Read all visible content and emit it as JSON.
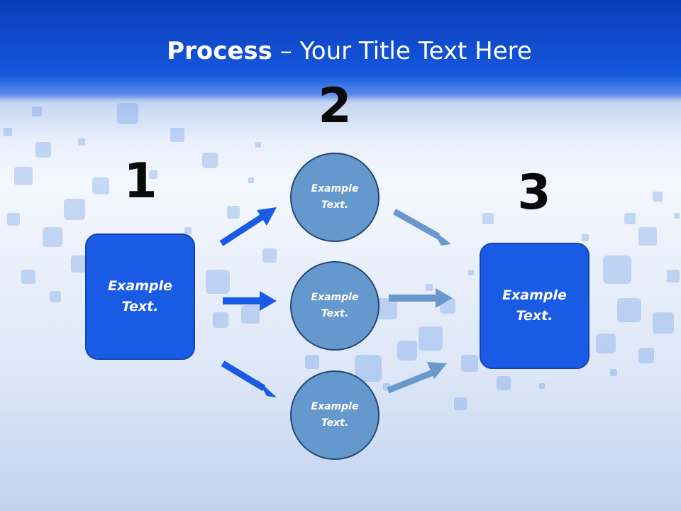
{
  "title": {
    "bold": "Process",
    "dash": " – ",
    "rest": "Your Title Text Here"
  },
  "steps": [
    {
      "number": "1",
      "text": "Example Text."
    },
    {
      "number": "2",
      "items": [
        {
          "text": "Example Text."
        },
        {
          "text": "Example Text."
        },
        {
          "text": "Example Text."
        }
      ]
    },
    {
      "number": "3",
      "text": "Example Text."
    }
  ],
  "colors": {
    "title_bar": "#1557dc",
    "box": "#1a5be6",
    "circle": "#6598cc",
    "arrow_bright": "#1a5be6",
    "arrow_muted": "#6a98cc"
  }
}
